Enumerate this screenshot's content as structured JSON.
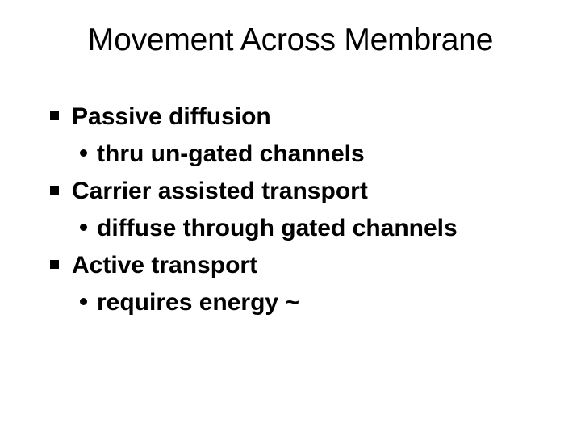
{
  "slide": {
    "title": "Movement Across Membrane",
    "background_color": "#ffffff",
    "text_color": "#000000",
    "bullets": [
      {
        "level": 1,
        "marker": "square-bullet-icon",
        "text": "Passive diffusion"
      },
      {
        "level": 2,
        "marker": "round-bullet-icon",
        "text": "thru un-gated channels"
      },
      {
        "level": 1,
        "marker": "square-bullet-icon",
        "text": "Carrier assisted transport"
      },
      {
        "level": 2,
        "marker": "round-bullet-icon",
        "text": "diffuse through gated channels"
      },
      {
        "level": 1,
        "marker": "square-bullet-icon",
        "text": "Active transport"
      },
      {
        "level": 2,
        "marker": "round-bullet-icon",
        "text": "requires energy ~"
      }
    ]
  }
}
